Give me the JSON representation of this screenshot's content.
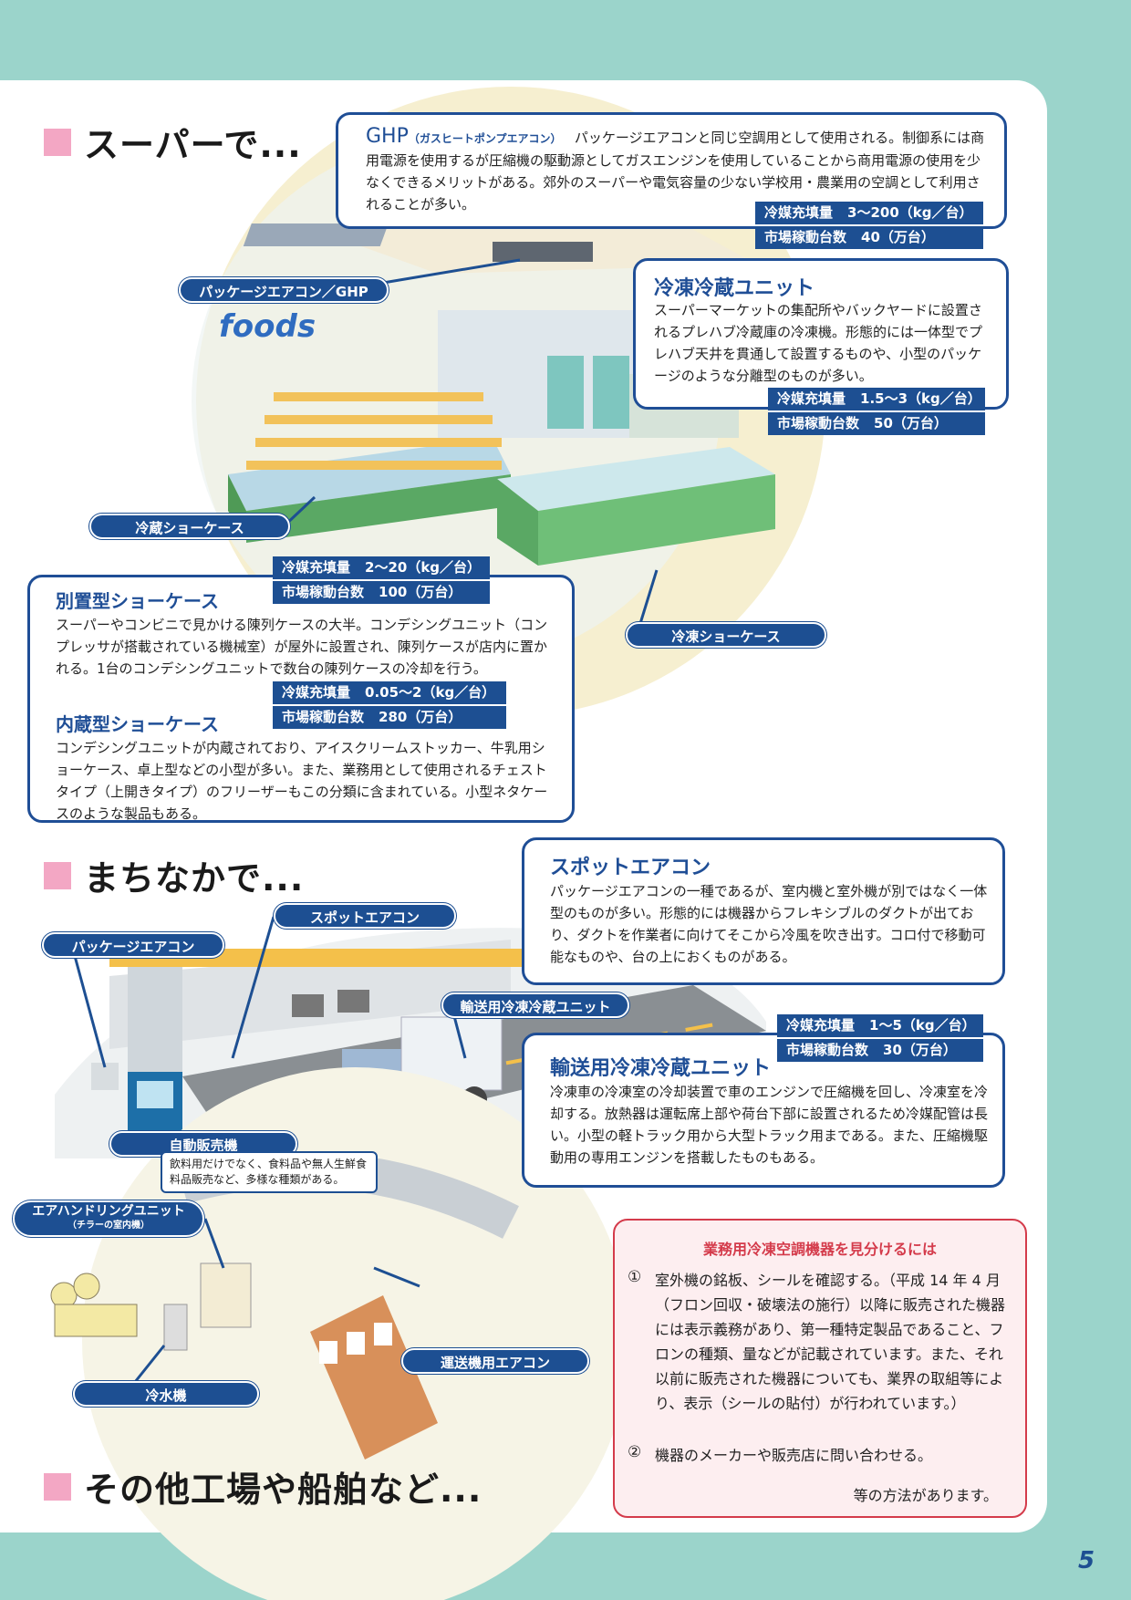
{
  "page_number": "5",
  "sections": {
    "supermarket": "スーパーで...",
    "town": "まちなかで...",
    "other": "その他工場や船舶など..."
  },
  "scene_logo": "foods",
  "ghp": {
    "title": "GHP",
    "subtitle": "（ガスヒートポンプエアコン）",
    "text": "パッケージエアコンと同じ空調用として使用される。制御系には商用電源を使用するが圧縮機の駆動源としてガスエンジンを使用していることから商用電源の使用を少なくできるメリットがある。郊外のスーパーや電気容量の少ない学校用・農業用の空調として利用されることが多い。",
    "charge_label": "冷媒充填量",
    "charge_value": "3〜200（kg／台）",
    "units_label": "市場稼動台数",
    "units_value": "40（万台）"
  },
  "reizo_unit": {
    "title": "冷凍冷蔵ユニット",
    "text": "スーパーマーケットの集配所やバックヤードに設置されるプレハブ冷蔵庫の冷凍機。形態的には一体型でプレハブ天井を貫通して設置するものや、小型のパッケージのような分離型のものが多い。",
    "charge_label": "冷媒充填量",
    "charge_value": "1.5〜3（kg／台）",
    "units_label": "市場稼動台数",
    "units_value": "50（万台）"
  },
  "betsuchi": {
    "title": "別置型ショーケース",
    "text": "スーパーやコンビニで見かける陳列ケースの大半。コンデシングユニット（コンプレッサが搭載されている機械室）が屋外に設置され、陳列ケースが店内に置かれる。1台のコンデシングユニットで数台の陳列ケースの冷却を行う。",
    "charge_label": "冷媒充填量",
    "charge_value": "2〜20（kg／台）",
    "units_label": "市場稼動台数",
    "units_value": "100（万台）"
  },
  "naizo": {
    "title": "内蔵型ショーケース",
    "text": "コンデシングユニットが内蔵されており、アイスクリームストッカー、牛乳用ショーケース、卓上型などの小型が多い。また、業務用として使用されるチェストタイプ（上開きタイプ）のフリーザーもこの分類に含まれている。小型ネタケースのような製品もある。",
    "charge_label": "冷媒充填量",
    "charge_value": "0.05〜2（kg／台）",
    "units_label": "市場稼動台数",
    "units_value": "280（万台）"
  },
  "spot": {
    "title": "スポットエアコン",
    "text": "パッケージエアコンの一種であるが、室内機と室外機が別ではなく一体型のものが多い。形態的には機器からフレキシブルのダクトが出ており、ダクトを作業者に向けてそこから冷風を吹き出す。コロ付で移動可能なものや、台の上におくものがある。"
  },
  "transport": {
    "title": "輸送用冷凍冷蔵ユニット",
    "text": "冷凍車の冷凍室の冷却装置で車のエンジンで圧縮機を回し、冷凍室を冷却する。放熱器は運転席上部や荷台下部に設置されるため冷媒配管は長い。小型の軽トラック用から大型トラック用まである。また、圧縮機駆動用の専用エンジンを搭載したものもある。",
    "charge_label": "冷媒充填量",
    "charge_value": "1〜5（kg／台）",
    "units_label": "市場稼動台数",
    "units_value": "30（万台）"
  },
  "labels": {
    "package_ghp": "パッケージエアコン／GHP",
    "reizo_showcase": "冷蔵ショーケース",
    "reito_showcase": "冷凍ショーケース",
    "package": "パッケージエアコン",
    "spot": "スポットエアコン",
    "transport": "輸送用冷凍冷蔵ユニット",
    "vending": "自動販売機",
    "vending_note": "飲料用だけでなく、食料品や無人生鮮食料品販売など、多様な種類がある。",
    "ahu": "エアハンドリングユニット",
    "ahu_sub": "（チラーの室内機）",
    "chiller": "冷水機",
    "train": "運送機用エアコン"
  },
  "howto": {
    "title": "業務用冷凍空調機器を見分けるには",
    "item1_num": "①",
    "item1": "室外機の銘板、シールを確認する。（平成 14 年 4 月（フロン回収・破壊法の施行）以降に販売された機器には表示義務があり、第一種特定製品であること、フロンの種類、量などが記載されています。また、それ以前に販売された機器についても、業界の取組等により、表示（シールの貼付）が行われています。）",
    "item2_num": "②",
    "item2": "機器のメーカーや販売店に問い合わせる。",
    "footer": "等の方法があります。"
  },
  "colors": {
    "background": "#9bd4cb",
    "navy": "#1d4f92",
    "pink": "#f3a7c4",
    "red": "#d43b4b"
  }
}
